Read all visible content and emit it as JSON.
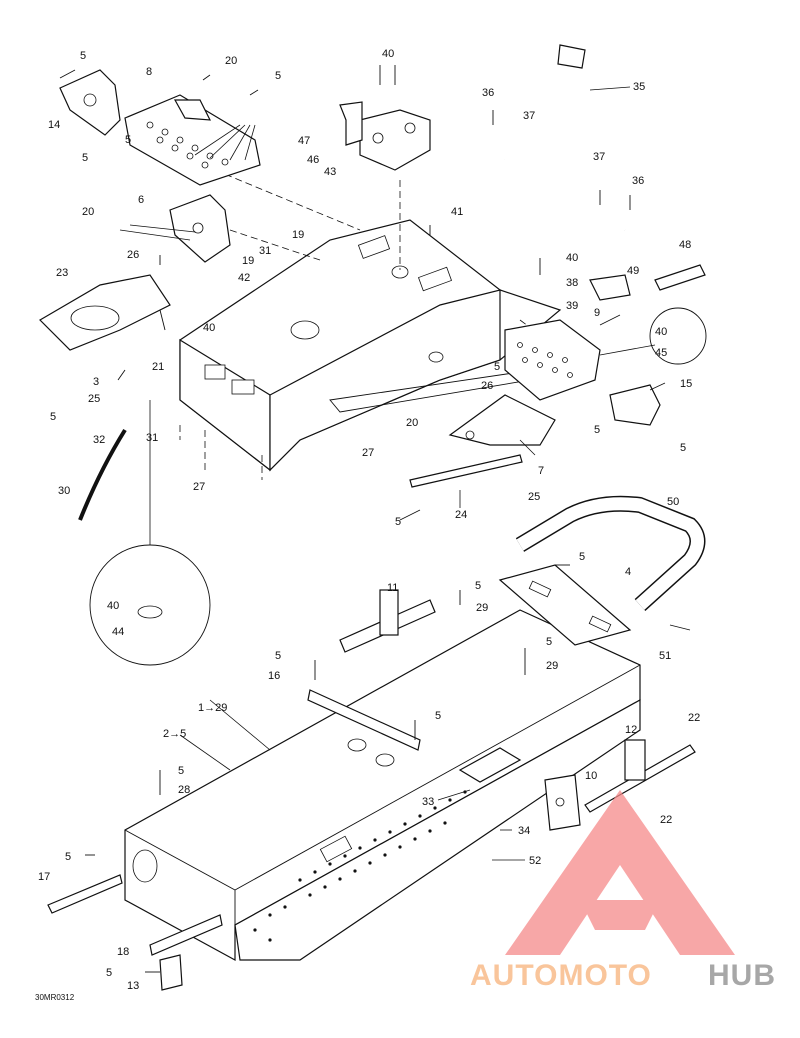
{
  "diagram": {
    "figure_code": "30MR0312",
    "callouts": [
      "1→29",
      "2→5",
      "3",
      "4",
      "5",
      "6",
      "7",
      "8",
      "9",
      "10",
      "11",
      "12",
      "13",
      "14",
      "15",
      "16",
      "17",
      "18",
      "19",
      "20",
      "21",
      "22",
      "23",
      "24",
      "25",
      "26",
      "27",
      "28",
      "29",
      "30",
      "31",
      "32",
      "33",
      "34",
      "35",
      "36",
      "37",
      "38",
      "39",
      "40",
      "41",
      "42",
      "43",
      "44",
      "45",
      "46",
      "47",
      "48",
      "49",
      "50",
      "51",
      "52"
    ]
  },
  "watermark": {
    "brand_part1": "AUTOMOTO",
    "brand_part2": "HUB",
    "colors": {
      "triangle": "#f58a8a",
      "auto": "#f7b27a",
      "hub": "#8a8a8a"
    }
  },
  "labels": {
    "l1": "1→29",
    "l2": "2→5",
    "l3": "3",
    "l4": "4",
    "l5": "5",
    "l6": "6",
    "l7": "7",
    "l8": "8",
    "l9": "9",
    "l10": "10",
    "l11": "11",
    "l12": "12",
    "l13": "13",
    "l14": "14",
    "l15": "15",
    "l16": "16",
    "l17": "17",
    "l18": "18",
    "l19": "19",
    "l20": "20",
    "l21": "21",
    "l22": "22",
    "l23": "23",
    "l24": "24",
    "l25": "25",
    "l26": "26",
    "l27": "27",
    "l28": "28",
    "l29": "29",
    "l30": "30",
    "l31": "31",
    "l32": "32",
    "l33": "33",
    "l34": "34",
    "l35": "35",
    "l36": "36",
    "l37": "37",
    "l38": "38",
    "l39": "39",
    "l40": "40",
    "l41": "41",
    "l42": "42",
    "l43": "43",
    "l44": "44",
    "l45": "45",
    "l46": "46",
    "l47": "47",
    "l48": "48",
    "l49": "49",
    "l50": "50",
    "l51": "51",
    "l52": "52"
  }
}
